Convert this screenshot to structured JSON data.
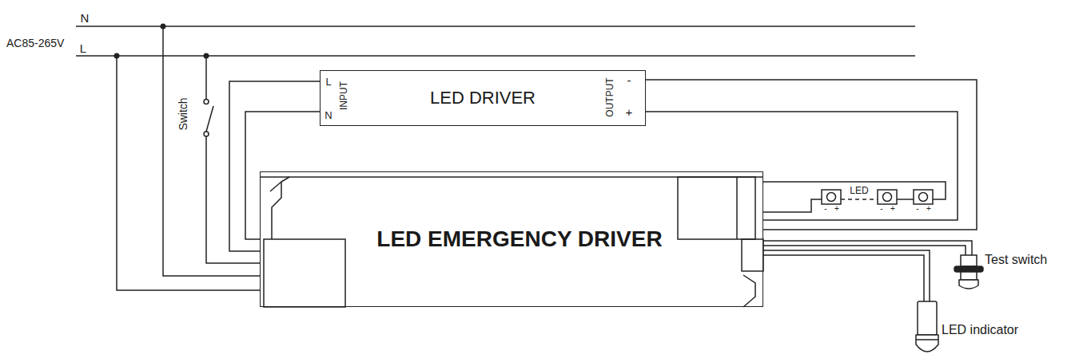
{
  "diagram": {
    "nodes": [
      {
        "text": [
          "LED DRIVER"
        ]
      },
      {
        "text": [
          "LED EMERGENCY DRIVER"
        ]
      }
    ],
    "edges": [
      {
        "from": 0,
        "to": 1,
        "arrow": "none"
      },
      {
        "from": 0,
        "to": 1,
        "arrow": "none"
      },
      {
        "from": 0,
        "to": 1,
        "arrow": "none"
      },
      {
        "from": 0,
        "to": 1,
        "arrow": "none"
      }
    ],
    "labels": [
      "N",
      "AC85-265V",
      "L",
      "Switch",
      "L",
      "INPUT",
      "N",
      "OUTPUT",
      "-",
      "+",
      "LED",
      "-",
      "+",
      "-",
      "+",
      "-",
      "+",
      "Test switch",
      "LED indicator"
    ]
  }
}
